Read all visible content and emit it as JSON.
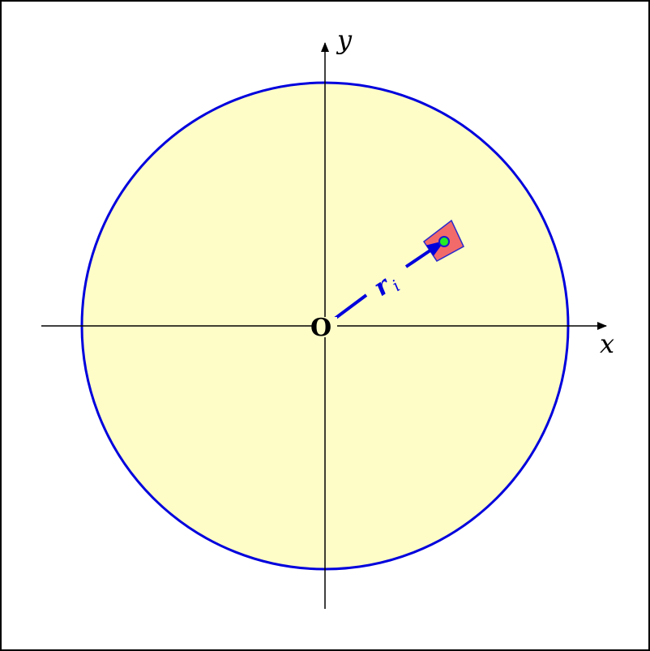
{
  "axes": {
    "x_label": "x",
    "y_label": "y"
  },
  "origin": {
    "label": "O"
  },
  "vector": {
    "label": "r",
    "subscript": "i"
  },
  "colors": {
    "frame": "#000000",
    "axis": "#000000",
    "disk_fill": "#fefdc8",
    "disk_stroke": "#0000dd",
    "vector": "#0000dd",
    "element_fill": "#f26a6a",
    "element_stroke": "#2a2acc",
    "point_fill": "#22ee22",
    "point_stroke": "#1a1acc"
  }
}
